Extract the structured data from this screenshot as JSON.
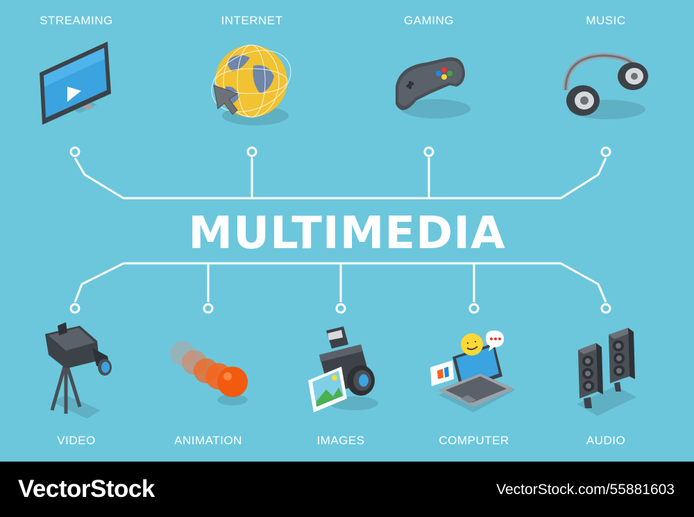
{
  "title": "MULTIMEDIA",
  "top_items": [
    {
      "label": "STREAMING",
      "icon": "monitor-play-icon"
    },
    {
      "label": "INTERNET",
      "icon": "globe-cursor-icon"
    },
    {
      "label": "GAMING",
      "icon": "gamepad-icon"
    },
    {
      "label": "MUSIC",
      "icon": "headphones-icon"
    }
  ],
  "bottom_items": [
    {
      "label": "VIDEO",
      "icon": "video-camera-icon"
    },
    {
      "label": "ANIMATION",
      "icon": "bouncing-ball-icon"
    },
    {
      "label": "IMAGES",
      "icon": "photo-camera-icon"
    },
    {
      "label": "COMPUTER",
      "icon": "laptop-chat-icon"
    },
    {
      "label": "AUDIO",
      "icon": "speakers-icon"
    }
  ],
  "footer": {
    "brand": "VectorStock",
    "image_id": "VectorStock.com/55881603"
  },
  "colors": {
    "background": "#6cc7dc",
    "line": "#ffffff",
    "footer": "#000000"
  }
}
